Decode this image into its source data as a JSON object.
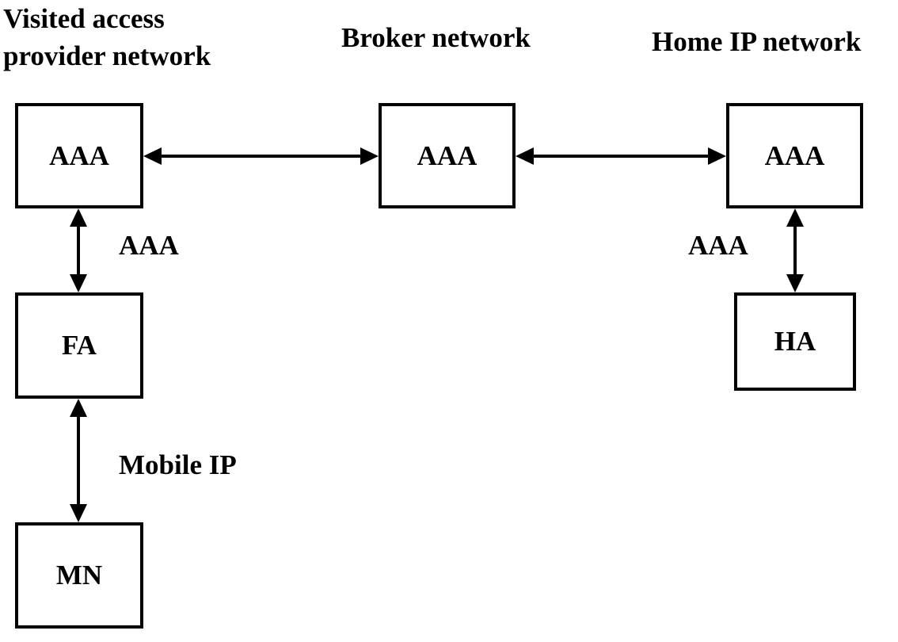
{
  "regions": {
    "visited_line1": "Visited access",
    "visited_line2": "provider network",
    "broker": "Broker network",
    "home": "Home IP network"
  },
  "nodes": {
    "visited_aaa": "AAA",
    "broker_aaa": "AAA",
    "home_aaa": "AAA",
    "fa": "FA",
    "mn": "MN",
    "ha": "HA"
  },
  "links": {
    "visited_aaa_fa": "AAA",
    "home_aaa_ha": "AAA",
    "fa_mn": "Mobile IP"
  },
  "colors": {
    "stroke": "#000000",
    "background": "#ffffff"
  }
}
